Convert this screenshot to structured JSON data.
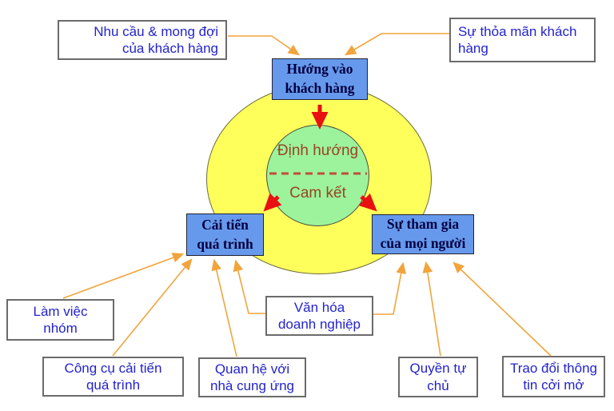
{
  "diagram": {
    "title": "TQM core principles diagram",
    "colors": {
      "outer_ring": "#ffff5c",
      "core_circle": "#9cf39c",
      "principle_box": "#6699ec",
      "outer_box_text": "#2323cc",
      "principle_text": "#000040",
      "core_text": "#994422",
      "connector_arrow": "#f2a43c",
      "core_arrow": "#e81010"
    },
    "center_circle": {
      "top_label": "Định hướng",
      "bottom_label": "Cam kết"
    },
    "blue_nodes": [
      {
        "id": "customer-focus",
        "label": "Hướng vào\nkhách hàng"
      },
      {
        "id": "process-improvement",
        "label": "Cải tiến\nquá trình"
      },
      {
        "id": "participation",
        "label": "Sự tham gia\ncủa mọi người"
      }
    ],
    "outer_boxes": [
      {
        "id": "customer-needs",
        "label": "Nhu cầu & mong đợi\ncủa khách hàng"
      },
      {
        "id": "customer-satisfaction",
        "label": "Sự thỏa mãn khách\nhàng"
      },
      {
        "id": "teamwork",
        "label": "Làm việc\nnhóm"
      },
      {
        "id": "improvement-tools",
        "label": "Công cụ cải tiến\nquá trình"
      },
      {
        "id": "supplier-relations",
        "label": "Quan hệ với\nnhà cung ứng"
      },
      {
        "id": "corporate-culture",
        "label": "Văn hóa\ndoanh nghiệp"
      },
      {
        "id": "autonomy",
        "label": "Quyền tự\nchủ"
      },
      {
        "id": "open-communication",
        "label": "Trao đổi thông\ntin cởi mở"
      }
    ]
  }
}
